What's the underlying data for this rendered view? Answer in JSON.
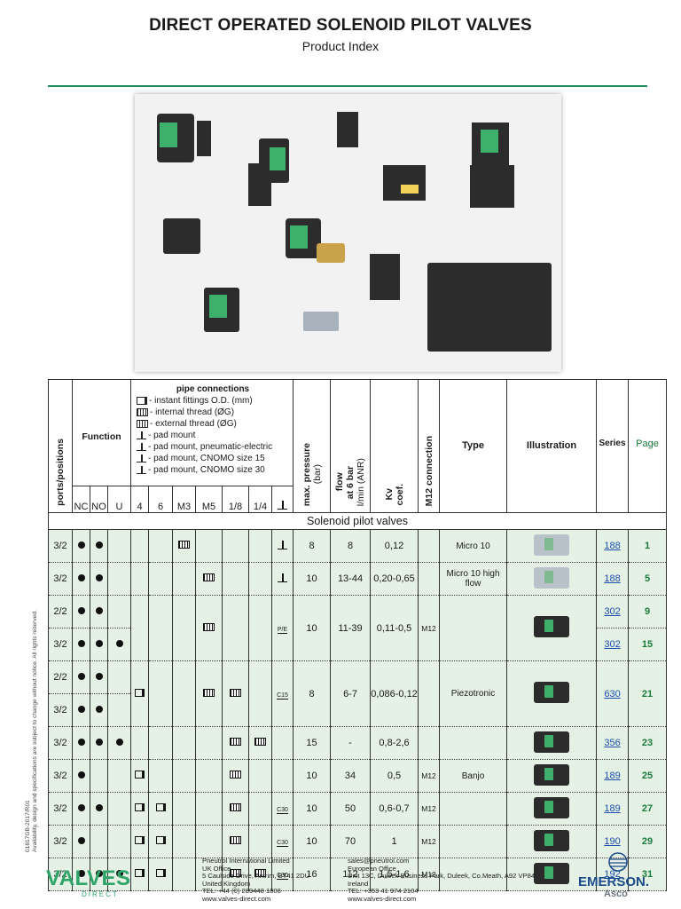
{
  "title": "DIRECT OPERATED SOLENOID PILOT VALVES",
  "subtitle": "Product Index",
  "side_text": [
    "01817GB-2017/R01",
    "Availability, design and specifications are subject to change without notice. All rights reserved."
  ],
  "headers": {
    "ports": "ports/positions",
    "function": "Function",
    "nc": "NC",
    "no": "NO",
    "u": "U",
    "pipe_title": "pipe connections",
    "pipe_legend": [
      "- instant fittings O.D. (mm)",
      "- internal thread (ØG)",
      "- external thread (ØG)",
      "- pad mount",
      "- pad mount, pneumatic-electric",
      "- pad mount, CNOMO size 15",
      "- pad mount, CNOMO size 30"
    ],
    "og": "ØG",
    "sizes": [
      "4",
      "6",
      "M3",
      "M5",
      "1/8",
      "1/4"
    ],
    "pressure": "max. pressure",
    "pressure_unit": "(bar)",
    "flow_a": "flow",
    "flow_b": "at 6 bar",
    "flow_c": "l/min (ANR)",
    "kv_a": "Kv",
    "kv_b": "coef.",
    "m12": "M12 connection",
    "type": "Type",
    "illustration": "Illustration",
    "series": "Series",
    "page": "Page"
  },
  "section": "Solenoid pilot valves",
  "rows": [
    {
      "ports": "3/2",
      "nc": "●",
      "no": "●",
      "u": "",
      "c4": "",
      "c6": "",
      "m3": "thr",
      "m5": "",
      "g18": "",
      "g14": "",
      "pad": "pad",
      "pres": "8",
      "flow": "8",
      "kv": "0,12",
      "m12": "",
      "type": "Micro 10",
      "series": "188",
      "page": "1",
      "ill": "lt"
    },
    {
      "ports": "3/2",
      "nc": "●",
      "no": "●",
      "u": "",
      "c4": "",
      "c6": "",
      "m3": "",
      "m5": "thr",
      "g18": "",
      "g14": "",
      "pad": "pad",
      "pres": "10",
      "flow": "13-44",
      "kv": "0,20-0,65",
      "m12": "",
      "type": "Micro 10 high flow",
      "series": "188",
      "page": "5",
      "ill": "lt"
    },
    {
      "ports": "2/2",
      "nc": "●",
      "no": "●",
      "u": "",
      "series": "302",
      "page": "9"
    },
    {
      "ports": "3/2",
      "nc": "●",
      "no": "●",
      "u": "●",
      "series": "302",
      "page": "15"
    },
    {
      "ports": "2/2",
      "nc": "●",
      "no": "●",
      "u": ""
    },
    {
      "ports": "3/2",
      "nc": "●",
      "no": "●",
      "u": ""
    },
    {
      "ports": "3/2",
      "nc": "●",
      "no": "●",
      "u": "●",
      "pres": "15",
      "flow": "-",
      "kv": "0,8-2,6",
      "series": "356",
      "page": "23"
    },
    {
      "ports": "3/2",
      "nc": "●",
      "no": "",
      "u": "",
      "pres": "10",
      "flow": "34",
      "kv": "0,5",
      "m12": "M12",
      "type": "Banjo",
      "series": "189",
      "page": "25"
    },
    {
      "ports": "3/2",
      "nc": "●",
      "no": "●",
      "u": "",
      "pres": "10",
      "flow": "50",
      "kv": "0,6-0,7",
      "m12": "M12",
      "series": "189",
      "page": "27"
    },
    {
      "ports": "3/2",
      "nc": "●",
      "no": "",
      "u": "",
      "pres": "10",
      "flow": "70",
      "kv": "1",
      "m12": "M12",
      "series": "190",
      "page": "29"
    },
    {
      "ports": "3/2",
      "nc": "●",
      "no": "●",
      "u": "●",
      "pres": "16",
      "flow": "112",
      "kv": "1,5-1,6",
      "m12": "M12",
      "series": "192",
      "page": "31"
    }
  ],
  "group302": {
    "pres": "10",
    "flow": "11-39",
    "kv": "0,11-0,5",
    "m12": "M12"
  },
  "group630": {
    "pres": "8",
    "flow": "6-7",
    "kv": "0,086-0,12",
    "type": "Piezotronic",
    "series": "630",
    "page": "21"
  },
  "symbols": {
    "pe": "P/E",
    "c15": "C15",
    "c30": "C30"
  },
  "footer": {
    "company": [
      "Pneutrol International Limited",
      "UK Office",
      "5 Caulside Drive, Antrim, BT41 2DU",
      "United Kingdom",
      "TEL: +44 (0) 289448 1808",
      "www.valves-direct.com"
    ],
    "europe": [
      "sales@pneutrol.com",
      "European Office",
      "Unit 13C, Duleek Business Park, Duleek, Co.Meath, A92 VP84",
      "Ireland",
      "TEL: +353 41 974 2104",
      "www.valves-direct.com"
    ],
    "logo_left": "VALVES",
    "logo_left_sub": "DIRECT",
    "logo_right": "EMERSON.",
    "logo_right_sub": "Asco"
  }
}
